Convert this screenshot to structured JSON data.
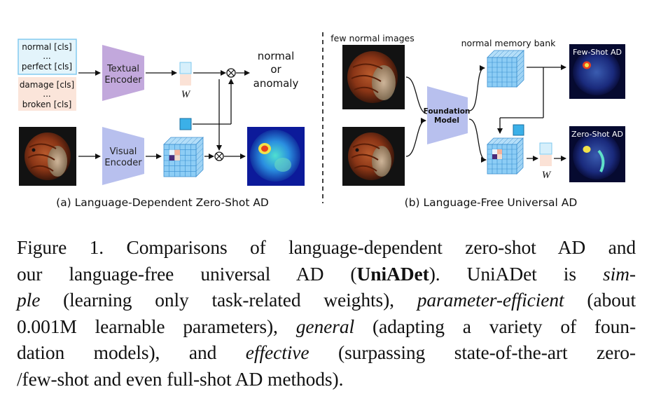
{
  "panel_a": {
    "text_prompts_normal": [
      "normal [cls]",
      "...",
      "perfect [cls]"
    ],
    "text_prompts_anomaly": [
      "damage [cls]",
      "...",
      "broken [cls]"
    ],
    "textual_encoder": [
      "Textual",
      "Encoder"
    ],
    "visual_encoder": [
      "Visual",
      "Encoder"
    ],
    "weight_label": "W",
    "output_label": [
      "normal",
      "or",
      "anomaly"
    ],
    "caption": "(a) Language-Dependent Zero-Shot AD"
  },
  "panel_b": {
    "few_normal_label": "few normal images",
    "memory_bank_label": "normal memory bank",
    "foundation_model": [
      "Foundation",
      "Model"
    ],
    "few_shot_label": "Few-Shot AD",
    "zero_shot_label": "Zero-Shot AD",
    "weight_label": "W",
    "caption": "(b) Language-Free Universal AD"
  },
  "figure_caption": {
    "l1": "Figure 1. Comparisons of language-dependent zero-shot AD and",
    "l2a": "our language-free universal AD (",
    "l2b": "UniADet",
    "l2c": ").  UniADet is ",
    "l2d": "sim-",
    "l3a": "ple",
    "l3b": " (learning only task-related weights), ",
    "l3c": "parameter-efficient",
    "l3d": " (about",
    "l4a": "0.001M learnable parameters), ",
    "l4b": "general",
    "l4c": " (adapting a variety of foun-",
    "l5a": "dation models), and ",
    "l5b": "effective",
    "l5c": " (surpassing state-of-the-art zero-",
    "l6": "/few-shot and even full-shot AD methods)."
  },
  "colors": {
    "encoder_fill": "#c2a8dc",
    "visual_encoder_fill": "#b8c0ee",
    "foundation_fill": "#b8c0ee",
    "normal_box": "#e3f4fb",
    "anomaly_box": "#fbe5da",
    "grid_blue": "#8dcdf5",
    "token_blue": "#3bb0e8"
  }
}
